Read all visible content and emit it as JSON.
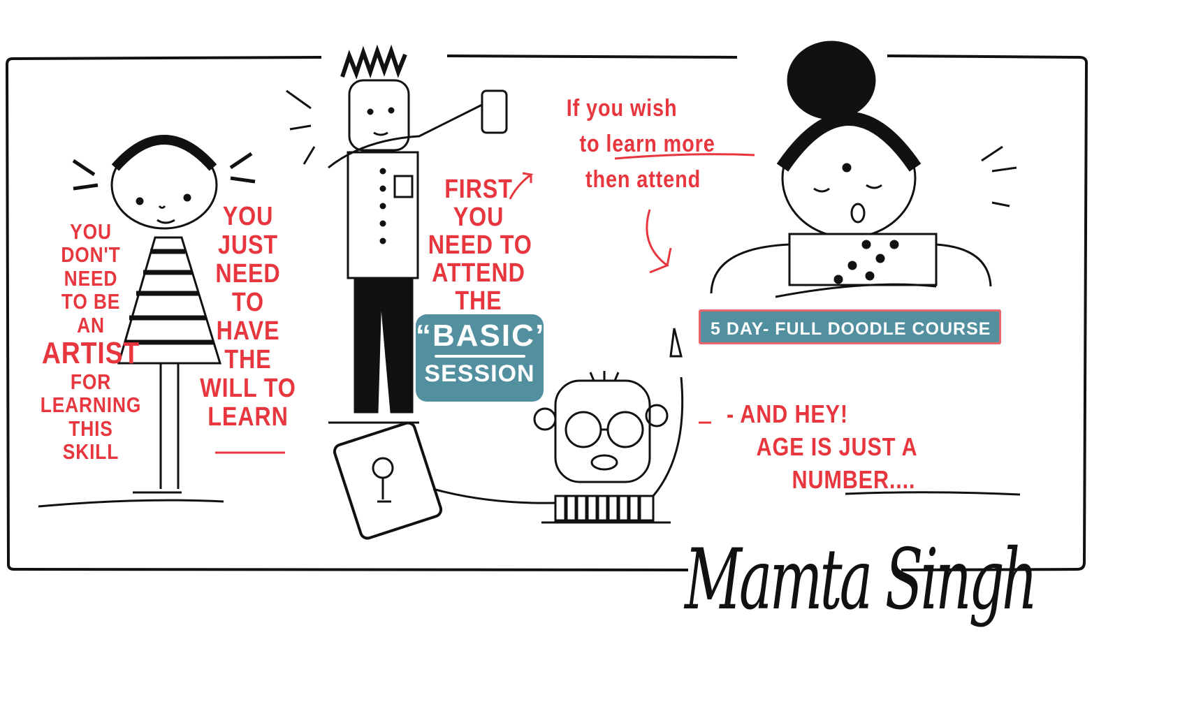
{
  "colors": {
    "accent_red": "#e8363f",
    "teal": "#5290a0",
    "ink": "#111111"
  },
  "left_caption": [
    "You",
    "Don't",
    "Need",
    "To Be",
    "An",
    "Artist",
    "For",
    "Learning",
    "This",
    "Skill"
  ],
  "middle_caption": [
    "You",
    "Just",
    "Need",
    "To",
    "Have",
    "The",
    "Will To",
    "Learn"
  ],
  "first_caption": [
    "First",
    "You",
    "Need To",
    "Attend",
    "The"
  ],
  "basic_box": {
    "title": "“BASIC”",
    "subtitle": "SESSION"
  },
  "more_caption": [
    "If you wish",
    "to learn more",
    "then attend"
  ],
  "course_banner": "5 DAY- FULL DOODLE COURSE",
  "age_caption": [
    "- And Hey!",
    "Age is just a",
    "Number...."
  ],
  "signature": "Mamta Singh"
}
